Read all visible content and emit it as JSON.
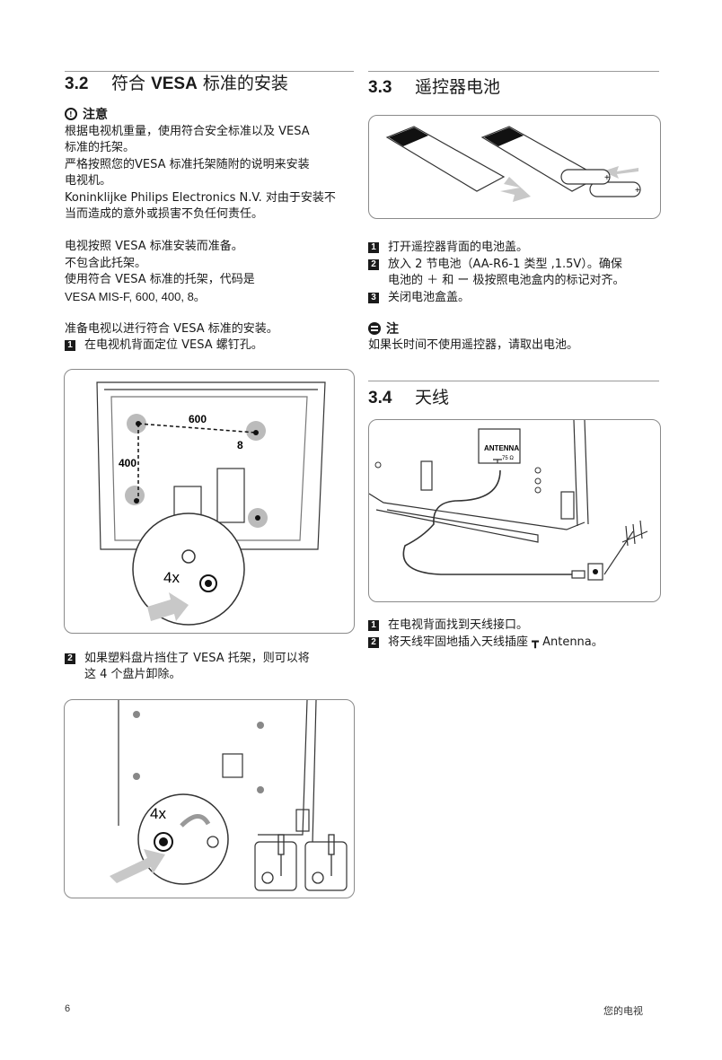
{
  "sec32": {
    "num": "3.2",
    "title_pre": "符合",
    "title_strong": "VESA",
    "title_post": "标准的安装",
    "caution_title": "注意",
    "caution_lines": [
      "根据电视机重量，使用符合安全标准以及 VESA",
      "标准的托架。",
      "严格按照您的VESA 标准托架随附的说明来安装",
      "电视机。"
    ],
    "liability_lines": [
      "Koninklijke Philips Electronics N.V. 对由于安装不",
      "当而造成的意外或损害不负任何责任。"
    ],
    "body_lines": [
      "电视按照 VESA 标准安装而准备。",
      "不包含此托架。",
      "使用符合 VESA 标准的托架，代码是"
    ],
    "vesa_code": "VESA MIS-F, 600, 400, 8。",
    "prep_title": "准备电视以进行符合 VESA 标准的安装。",
    "step1": "在电视机背面定位 VESA 螺钉孔。",
    "step2_lines": [
      "如果塑料盘片挡住了 VESA 托架，则可以将",
      "这 4 个盘片卸除。"
    ],
    "fig1": {
      "w_label": "600",
      "h_label": "400",
      "screw_label": "8",
      "count_label": "4x"
    },
    "fig2": {
      "count_label": "4x"
    }
  },
  "sec33": {
    "num": "3.3",
    "title": "遥控器电池",
    "steps": [
      {
        "n": "1",
        "text": "打开遥控器背面的电池盖。"
      },
      {
        "n": "2",
        "text": "放入 2 节电池（AA-R6-1 类型 ,1.5V）。确保"
      },
      {
        "n": "3",
        "text": "关闭电池盒盖。"
      }
    ],
    "step2_cont": "电池的 ＋ 和 ー 极按照电池盒内的标记对齐。",
    "note_title": "注",
    "note_text": "如果长时间不使用遥控器，请取出电池。"
  },
  "sec34": {
    "num": "3.4",
    "title": "天线",
    "fig": {
      "antenna_label": "ANTENNA",
      "ohm_label": "75 Ω"
    },
    "steps": [
      {
        "n": "1",
        "text": "在电视背面找到天线接口。"
      },
      {
        "n": "2",
        "text": "将天线牢固地插入天线插座 ┳ Antenna。"
      }
    ]
  },
  "footer": {
    "page": "6",
    "section": "您的电视"
  }
}
